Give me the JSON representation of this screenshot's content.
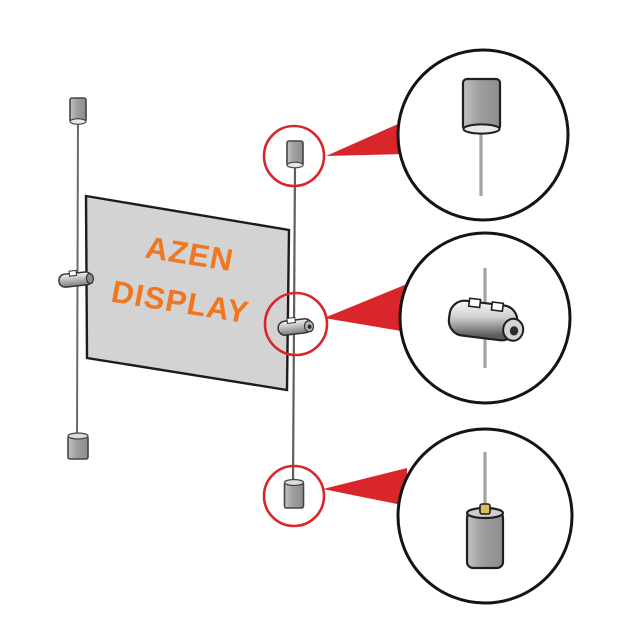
{
  "panel": {
    "label_line1": "AZEN",
    "label_line2": "DISPLAY"
  },
  "colors": {
    "accent_red": "#d9262b",
    "label_orange": "#f0761f",
    "panel_gray": "#d3d3d3",
    "metal_gray": "#9b9b9b",
    "outline_black": "#141414"
  },
  "callouts": [
    {
      "id": "ceiling-cable-fixing-icon",
      "position": "top"
    },
    {
      "id": "panel-cable-gripper-icon",
      "position": "middle"
    },
    {
      "id": "floor-cable-fixing-icon",
      "position": "bottom"
    }
  ]
}
